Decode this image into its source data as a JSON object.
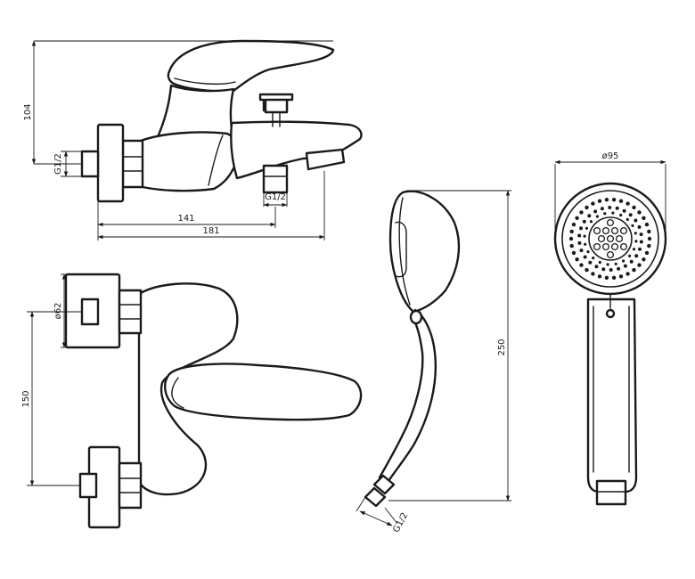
{
  "dimensions": {
    "height_top": "104",
    "inlet_thread_top": "G1/2",
    "outlet_thread": "G1/2",
    "length_141": "141",
    "length_181": "181",
    "escutcheon_dia": "ø62",
    "centers": "150",
    "handshower_length": "250",
    "handshower_thread": "G1/2",
    "head_dia": "ø95"
  },
  "colors": {
    "line": "#1a1a1a",
    "background": "#ffffff"
  }
}
